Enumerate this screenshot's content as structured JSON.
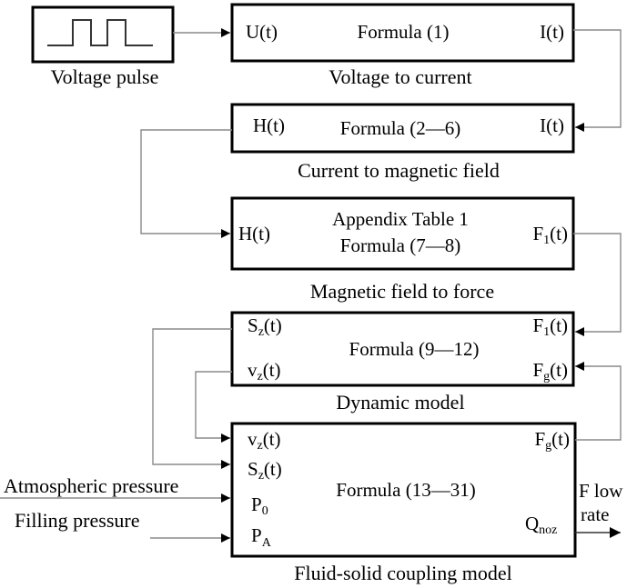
{
  "blocks": {
    "voltage_pulse": {
      "caption": "Voltage pulse"
    },
    "voltage_to_current": {
      "input": "U(t)",
      "formula": "Formula (1)",
      "output": "I(t)",
      "caption": "Voltage to current"
    },
    "current_to_field": {
      "input": "H(t)",
      "formula": "Formula (2—6)",
      "output": "I(t)",
      "caption": "Current to magnetic field"
    },
    "field_to_force": {
      "input": "H(t)",
      "line1": "Appendix Table 1",
      "line2": "Formula (7—8)",
      "output_main": "F",
      "output_sub": "1",
      "output_tail": "(t)",
      "caption": "Magnetic field to force"
    },
    "dynamic_model": {
      "port_sz_main": "S",
      "port_sz_sub": "z",
      "port_sz_tail": "(t)",
      "port_vz_main": "v",
      "port_vz_sub": "z",
      "port_vz_tail": "(t)",
      "formula": "Formula (9—12)",
      "port_f1_main": "F",
      "port_f1_sub": "1",
      "port_f1_tail": "(t)",
      "port_fg_main": "F",
      "port_fg_sub": "g",
      "port_fg_tail": "(t)",
      "caption": "Dynamic model"
    },
    "coupling_model": {
      "port_vz_main": "v",
      "port_vz_sub": "z",
      "port_vz_tail": "(t)",
      "port_sz_main": "S",
      "port_sz_sub": "z",
      "port_sz_tail": "(t)",
      "port_p0_main": "P",
      "port_p0_sub": "0",
      "port_pa_main": "P",
      "port_pa_sub": "A",
      "formula": "Formula (13—31)",
      "port_fg_main": "F",
      "port_fg_sub": "g",
      "port_fg_tail": "(t)",
      "port_q_main": "Q",
      "port_q_sub": "noz",
      "caption": "Fluid-solid coupling model"
    }
  },
  "external_inputs": {
    "atmospheric": "Atmospheric pressure",
    "filling": "Filling pressure"
  },
  "output_label": {
    "line1": "F low",
    "line2": "rate"
  }
}
